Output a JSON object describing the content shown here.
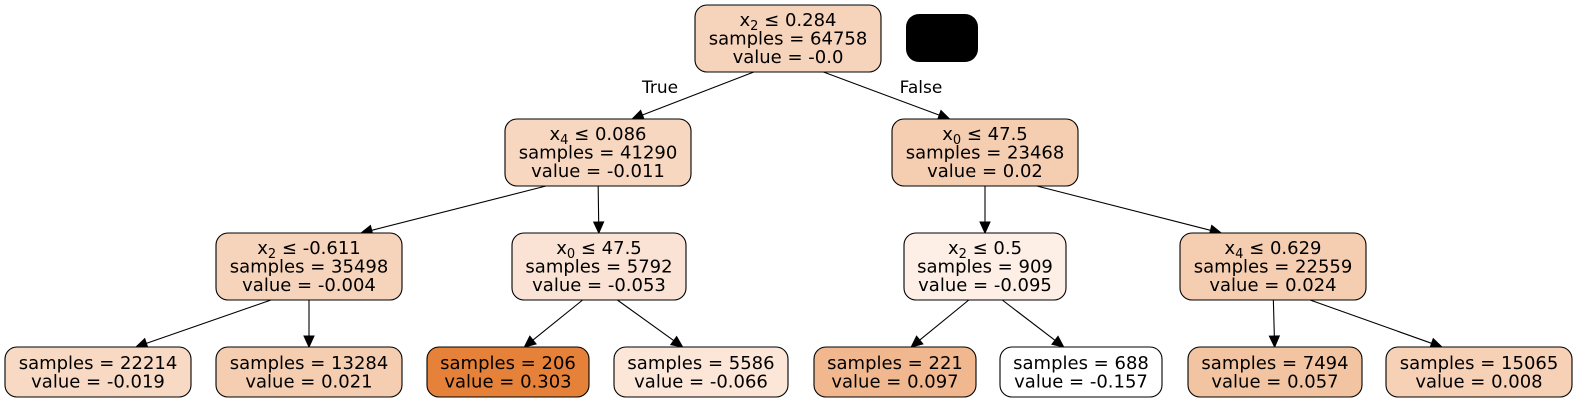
{
  "tree": {
    "nodes": [
      {
        "id": "n0",
        "lines": [
          {
            "pre": "x",
            "sub": "2",
            "post": " ≤ 0.284"
          },
          {
            "pre": "samples = 64758"
          },
          {
            "pre": "value = -0.0"
          }
        ],
        "fill": "#f6d3bb"
      },
      {
        "id": "n1",
        "lines": [
          {
            "pre": "x",
            "sub": "4",
            "post": " ≤ 0.086"
          },
          {
            "pre": "samples = 41290"
          },
          {
            "pre": "value = -0.011"
          }
        ],
        "fill": "#f7d7c0"
      },
      {
        "id": "n2",
        "lines": [
          {
            "pre": "x",
            "sub": "0",
            "post": " ≤ 47.5"
          },
          {
            "pre": "samples = 23468"
          },
          {
            "pre": "value = 0.02"
          }
        ],
        "fill": "#f5ceb1"
      },
      {
        "id": "n3",
        "lines": [
          {
            "pre": "x",
            "sub": "2",
            "post": " ≤ -0.611"
          },
          {
            "pre": "samples = 35498"
          },
          {
            "pre": "value = -0.004"
          }
        ],
        "fill": "#f6d4bc"
      },
      {
        "id": "n4",
        "lines": [
          {
            "pre": "x",
            "sub": "0",
            "post": " ≤ 47.5"
          },
          {
            "pre": "samples = 5792"
          },
          {
            "pre": "value = -0.053"
          }
        ],
        "fill": "#fae3d4"
      },
      {
        "id": "n5",
        "lines": [
          {
            "pre": "x",
            "sub": "2",
            "post": " ≤ 0.5"
          },
          {
            "pre": "samples = 909"
          },
          {
            "pre": "value = -0.095"
          }
        ],
        "fill": "#fdefe5"
      },
      {
        "id": "n6",
        "lines": [
          {
            "pre": "x",
            "sub": "4",
            "post": " ≤ 0.629"
          },
          {
            "pre": "samples = 22559"
          },
          {
            "pre": "value = 0.024"
          }
        ],
        "fill": "#f5cdb0"
      },
      {
        "id": "n7",
        "lines": [
          {
            "pre": "samples = 22214"
          },
          {
            "pre": "value = -0.019"
          }
        ],
        "fill": "#f8d9c3"
      },
      {
        "id": "n8",
        "lines": [
          {
            "pre": "samples = 13284"
          },
          {
            "pre": "value = 0.021"
          }
        ],
        "fill": "#f5ceb1"
      },
      {
        "id": "n9",
        "lines": [
          {
            "pre": "samples = 206"
          },
          {
            "pre": "value = 0.303"
          }
        ],
        "fill": "#e58139"
      },
      {
        "id": "n10",
        "lines": [
          {
            "pre": "samples = 5586"
          },
          {
            "pre": "value = -0.066"
          }
        ],
        "fill": "#fbe6d7"
      },
      {
        "id": "n11",
        "lines": [
          {
            "pre": "samples = 221"
          },
          {
            "pre": "value = 0.097"
          }
        ],
        "fill": "#f1b890"
      },
      {
        "id": "n12",
        "lines": [
          {
            "pre": "samples = 688"
          },
          {
            "pre": "value = -0.157"
          }
        ],
        "fill": "#ffffff"
      },
      {
        "id": "n13",
        "lines": [
          {
            "pre": "samples = 7494"
          },
          {
            "pre": "value = 0.057"
          }
        ],
        "fill": "#f3c4a1"
      },
      {
        "id": "n14",
        "lines": [
          {
            "pre": "samples = 15065"
          },
          {
            "pre": "value = 0.008"
          }
        ],
        "fill": "#f6d1b6"
      }
    ],
    "edges": [
      {
        "from": "n0",
        "to": "n1",
        "label": "True"
      },
      {
        "from": "n0",
        "to": "n2",
        "label": "False"
      },
      {
        "from": "n1",
        "to": "n3"
      },
      {
        "from": "n1",
        "to": "n4"
      },
      {
        "from": "n2",
        "to": "n5"
      },
      {
        "from": "n2",
        "to": "n6"
      },
      {
        "from": "n3",
        "to": "n7"
      },
      {
        "from": "n3",
        "to": "n8"
      },
      {
        "from": "n4",
        "to": "n9"
      },
      {
        "from": "n4",
        "to": "n10"
      },
      {
        "from": "n5",
        "to": "n11"
      },
      {
        "from": "n5",
        "to": "n12"
      },
      {
        "from": "n6",
        "to": "n13"
      },
      {
        "from": "n6",
        "to": "n14"
      }
    ]
  },
  "colors": {
    "stroke": "#000000",
    "legend_blob": "#000000"
  }
}
